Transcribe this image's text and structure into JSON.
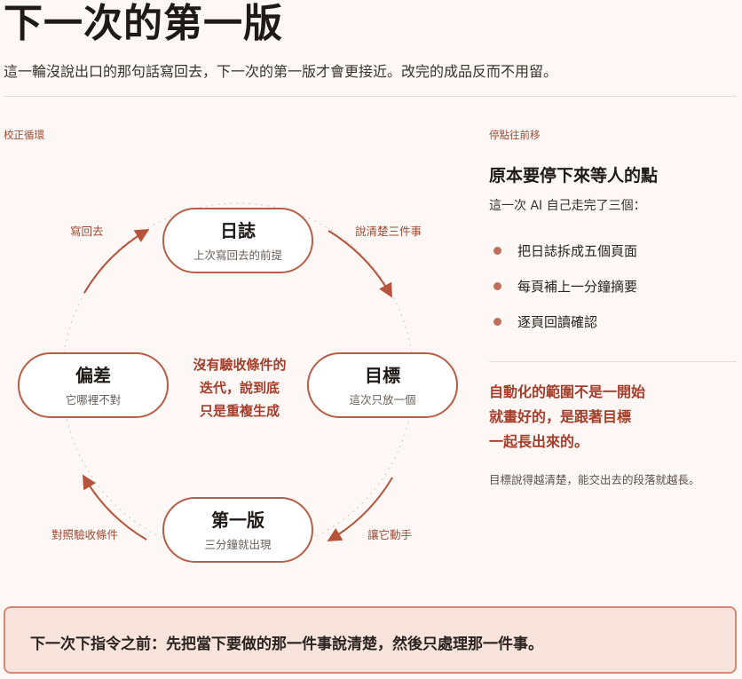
{
  "header": {
    "title": "下一次的第一版",
    "subtitle": "這一輪沒說出口的那句話寫回去，下一次的第一版才會更接近。改完的成品反而不用留。"
  },
  "diagram": {
    "label": "校正循環",
    "nodes": {
      "top": {
        "title": "日誌",
        "subtitle": "上次寫回去的前提"
      },
      "right": {
        "title": "目標",
        "subtitle": "這次只放一個"
      },
      "bottom": {
        "title": "第一版",
        "subtitle": "三分鐘就出現"
      },
      "left": {
        "title": "偏差",
        "subtitle": "它哪裡不對"
      }
    },
    "edges": {
      "top_right": "說清楚三件事",
      "right_bottom": "讓它動手",
      "bottom_left": "對照驗收條件",
      "left_top": "寫回去"
    },
    "center": {
      "line1": "沒有驗收條件的",
      "line2": "迭代，說到底",
      "line3": "只是重複生成"
    },
    "colors": {
      "accent": "#b65e47",
      "arrow": "#b5533c"
    }
  },
  "panel": {
    "label": "停點往前移",
    "title": "原本要停下來等人的點",
    "intro": "這一次 AI 自己走完了三個：",
    "steps": [
      "把日誌拆成五個頁面",
      "每頁補上一分鐘摘要",
      "逐頁回讀確認"
    ],
    "emphasis": {
      "line1": "自動化的範圍不是一開始",
      "line2": "就畫好的，是跟著目標",
      "line3": "一起長出來的。"
    },
    "footnote": "目標說得越清楚，能交出去的段落就越長。"
  },
  "footer": {
    "text": "下一次下指令之前：先把當下要做的那一件事說清楚，然後只處理那一件事。"
  }
}
